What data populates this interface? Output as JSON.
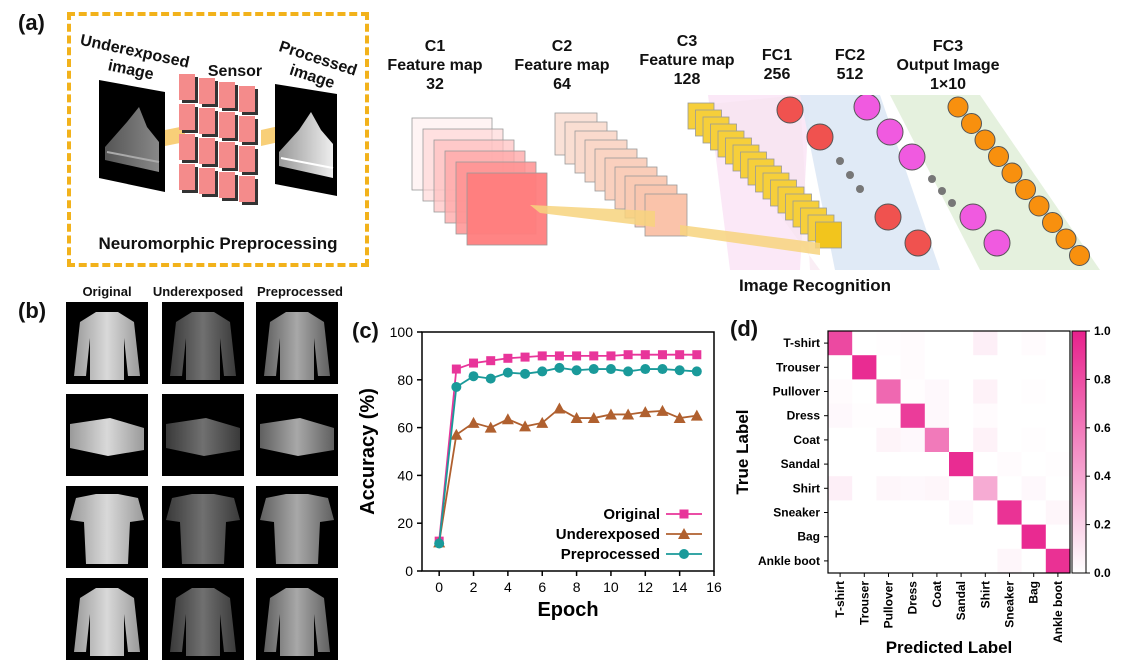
{
  "panel_labels": {
    "a": "(a)",
    "b": "(b)",
    "c": "(c)",
    "d": "(d)"
  },
  "preprocessing": {
    "underexposed": [
      "Underexposed",
      "image"
    ],
    "sensor": "Sensor",
    "processed": [
      "Processed",
      "image"
    ],
    "title": "Neuromorphic Preprocessing"
  },
  "network": {
    "layers": [
      {
        "lines": [
          "C1",
          "Feature map",
          "32"
        ]
      },
      {
        "lines": [
          "C2",
          "Feature map",
          "64"
        ]
      },
      {
        "lines": [
          "C3",
          "Feature map",
          "128"
        ]
      },
      {
        "lines": [
          "FC1",
          "256"
        ]
      },
      {
        "lines": [
          "FC2",
          "512"
        ]
      },
      {
        "lines": [
          "FC3",
          "Output Image",
          "1×10"
        ]
      }
    ],
    "title": "Image Recognition"
  },
  "samples": {
    "headers": [
      "Original",
      "Underexposed",
      "Preprocessed"
    ]
  },
  "chart_data": [
    {
      "type": "line",
      "panel": "(c)",
      "xlabel": "Epoch",
      "ylabel": "Accuracy (%)",
      "xlim": [
        -1,
        16
      ],
      "ylim": [
        0,
        100
      ],
      "xticks": [
        0,
        2,
        4,
        6,
        8,
        10,
        12,
        14,
        16
      ],
      "yticks": [
        0,
        20,
        40,
        60,
        80,
        100
      ],
      "legend": "bottom-right",
      "x": [
        0,
        1,
        2,
        3,
        4,
        5,
        6,
        7,
        8,
        9,
        10,
        11,
        12,
        13,
        14,
        15
      ],
      "series": [
        {
          "name": "Original",
          "color": "#e8359a",
          "marker": "square",
          "values": [
            12.5,
            84.5,
            87,
            88,
            89,
            89.5,
            90,
            90,
            90,
            90,
            90,
            90.5,
            90.5,
            90.5,
            90.5,
            90.5
          ]
        },
        {
          "name": "Underexposed",
          "color": "#b0602f",
          "marker": "triangle",
          "values": [
            12,
            57,
            62,
            60,
            63.5,
            60.5,
            62,
            68,
            64,
            64,
            65.5,
            65.5,
            66.5,
            67,
            64,
            65
          ]
        },
        {
          "name": "Preprocessed",
          "color": "#1a9a9a",
          "marker": "circle",
          "values": [
            11.5,
            77,
            81.5,
            80.5,
            83,
            82.5,
            83.5,
            85,
            84,
            84.5,
            84.5,
            83.5,
            84.5,
            84.5,
            84,
            83.5
          ]
        }
      ]
    },
    {
      "type": "heatmap",
      "panel": "(d)",
      "xlabel": "Predicted Label",
      "ylabel": "True Label",
      "classes": [
        "T-shirt",
        "Trouser",
        "Pullover",
        "Dress",
        "Coat",
        "Sandal",
        "Shirt",
        "Sneaker",
        "Bag",
        "Ankle boot"
      ],
      "colorbar_ticks": [
        "0.0",
        "0.2",
        "0.4",
        "0.6",
        "0.8",
        "1.0"
      ],
      "colorbar_range": [
        0,
        1
      ],
      "color_low": "#ffffff",
      "color_high": "#e8218c",
      "matrix": [
        [
          0.82,
          0,
          0.01,
          0.02,
          0,
          0,
          0.07,
          0,
          0.02,
          0
        ],
        [
          0,
          0.95,
          0,
          0.02,
          0,
          0,
          0,
          0,
          0,
          0
        ],
        [
          0.02,
          0,
          0.68,
          0.01,
          0.03,
          0,
          0.06,
          0,
          0.01,
          0
        ],
        [
          0.03,
          0.01,
          0.01,
          0.88,
          0.03,
          0,
          0.02,
          0,
          0,
          0
        ],
        [
          0,
          0,
          0.05,
          0.03,
          0.6,
          0,
          0.06,
          0,
          0.01,
          0
        ],
        [
          0,
          0,
          0,
          0,
          0,
          0.95,
          0,
          0.02,
          0,
          0.01
        ],
        [
          0.07,
          0,
          0.04,
          0.03,
          0.04,
          0,
          0.38,
          0,
          0.03,
          0
        ],
        [
          0,
          0,
          0,
          0,
          0,
          0.03,
          0,
          0.92,
          0,
          0.04
        ],
        [
          0,
          0,
          0,
          0,
          0,
          0,
          0,
          0,
          0.96,
          0
        ],
        [
          0,
          0,
          0,
          0,
          0,
          0,
          0,
          0.04,
          0,
          0.93
        ]
      ]
    }
  ]
}
